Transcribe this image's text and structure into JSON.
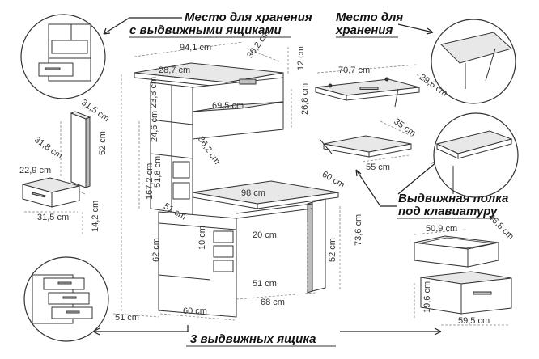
{
  "captions": {
    "storage_drawers": [
      "Место для хранения",
      "с выдвижными ящиками"
    ],
    "storage": [
      "Место для",
      "хранения"
    ],
    "keyboard_shelf": [
      "Выдвижная полка",
      "под клавиатуру"
    ],
    "three_drawers": "3 выдвижных ящика"
  },
  "dimensions": {
    "main_width": "94,1 cm",
    "main_top_depth": "36,2 cm",
    "upper_height": "12 cm",
    "left_col_width": "28,7 cm",
    "shelf_width": "69,5 cm",
    "shelf_h1": "23,8 cm",
    "shelf_h2": "24,6 cm",
    "shelf_h3": "51,8 cm",
    "inner_depth": "36,2 cm",
    "side_height": "26,8 cm",
    "total_height": "167,2 cm",
    "desk_width": "98 cm",
    "desk_depth": "60 cm",
    "desk_left_depth": "51 cm",
    "legroom_width": "20 cm",
    "drawer_h": "10 cm",
    "lower_height": "62 cm",
    "desk_height": "73,6 cm",
    "legroom_height": "52 cm",
    "leg_depth": "51 cm",
    "base_width": "60 cm",
    "base_right_width": "68 cm",
    "base_depth": "51 cm",
    "top_shelf_width": "70,7 cm",
    "top_shelf_depth": "29,6 cm",
    "kb_depth": "35 cm",
    "kb_width": "55 cm",
    "panel_depth": "31,5 cm",
    "panel_height": "52 cm",
    "small_drawer_depth": "31,8 cm",
    "small_drawer_width": "22,9 cm",
    "small_drawer_w2": "31,5 cm",
    "small_drawer_h": "14,2 cm",
    "big_drawer_width": "50,9 cm",
    "big_drawer_depth": "46,8 cm",
    "big_drawer_h": "19,6 cm",
    "big_drawer_w2": "59,5 cm"
  }
}
